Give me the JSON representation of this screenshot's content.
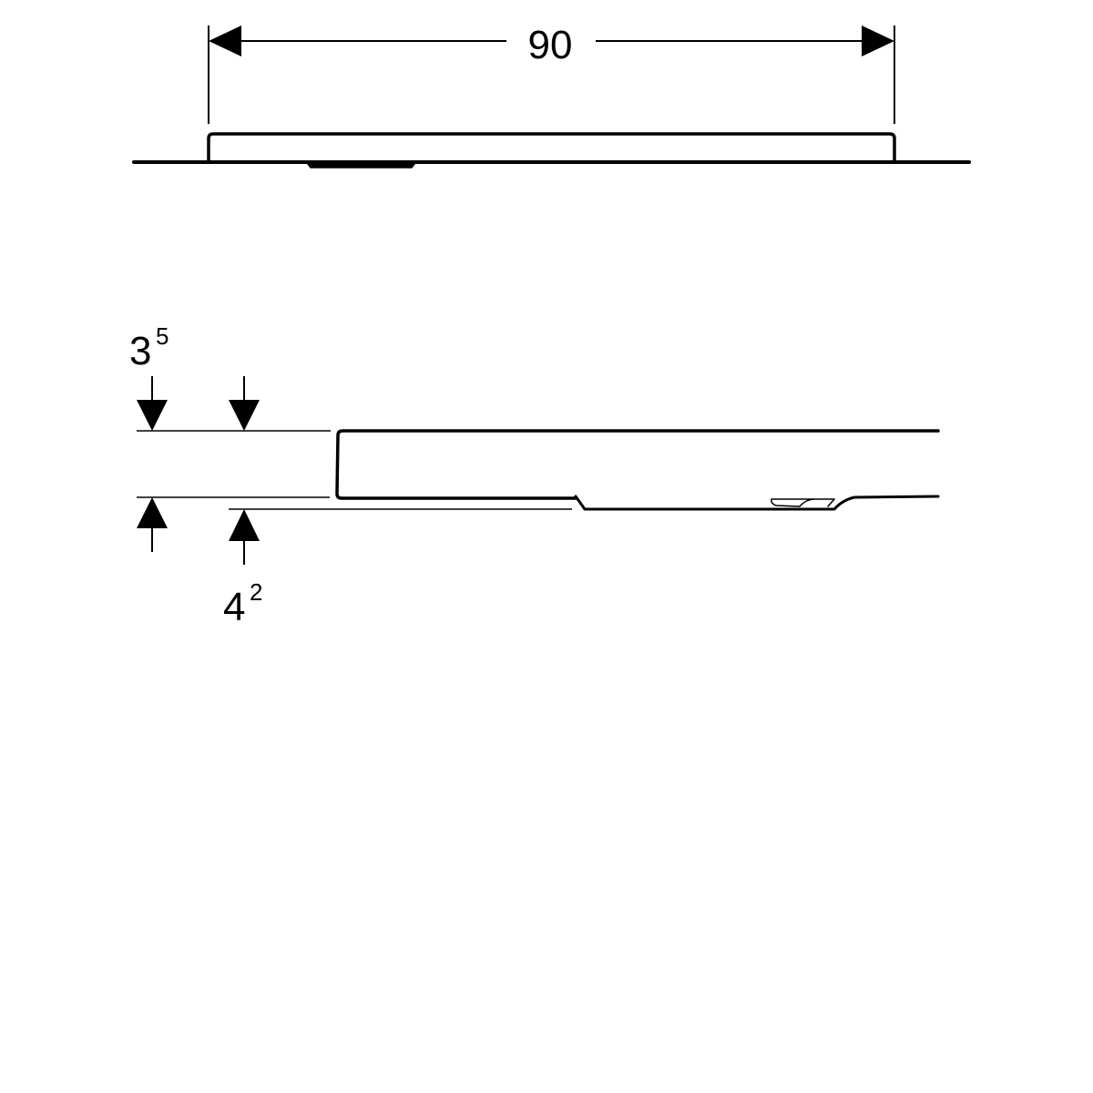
{
  "dimensions": {
    "width": {
      "value": "90"
    },
    "top_height": {
      "base": "3",
      "superscript": "5"
    },
    "bottom_height": {
      "base": "4",
      "superscript": "2"
    }
  },
  "colors": {
    "line": "#000000",
    "background": "#ffffff"
  }
}
